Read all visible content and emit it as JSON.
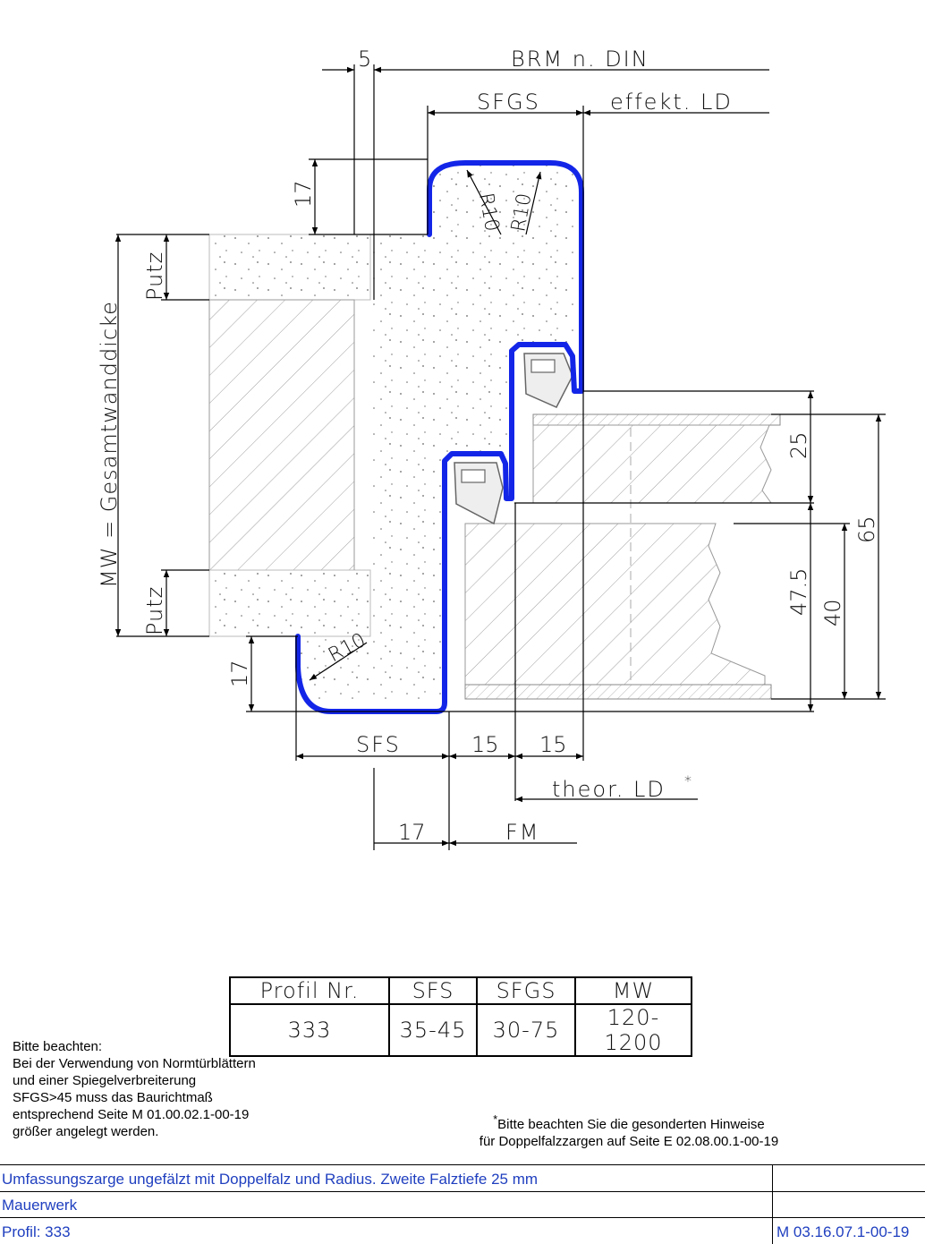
{
  "dimensions": {
    "top": {
      "five": "5",
      "brm": "BRM n. DIN",
      "sfgs": "SFGS",
      "effekt_ld": "effekt. LD"
    },
    "left": {
      "seventeen_top": "17",
      "putz_top": "Putz",
      "mw_label": "MW = Gesamtwanddicke",
      "putz_bottom": "Putz",
      "seventeen_bottom": "17"
    },
    "radii": {
      "r10_a": "R10",
      "r10_b": "R10",
      "r10_c": "R10"
    },
    "right": {
      "twentyfive": "25",
      "fortyseven": "47.5",
      "forty": "40",
      "sixtyfive": "65"
    },
    "bottom": {
      "sfs": "SFS",
      "fifteen_a": "15",
      "fifteen_b": "15",
      "theor_ld": "theor. LD",
      "asterisk": "*",
      "seventeen": "17",
      "fm": "FM"
    }
  },
  "profile_table": {
    "headers": [
      "Profil Nr.",
      "SFS",
      "SFGS",
      "MW"
    ],
    "row": [
      "333",
      "35-45",
      "30-75",
      "120-1200"
    ]
  },
  "notes": {
    "left": [
      "Bitte beachten:",
      "Bei der Verwendung von Normtürblättern",
      "und einer Spiegelverbreiterung",
      "SFGS>45 muss das Baurichtmaß",
      "entsprechend Seite M 01.00.02.1-00-19",
      "größer angelegt werden."
    ],
    "right_star": "*",
    "right": [
      "Bitte beachten Sie die gesonderten Hinweise",
      "für Doppelfalzzargen auf Seite E 02.08.00.1-00-19"
    ]
  },
  "title_block": {
    "description": "Umfassungszarge ungefälzt mit Doppelfalz und Radius. Zweite Falztiefe 25 mm",
    "wall_type": "Mauerwerk",
    "profile": "Profil: 333",
    "doc_number": "M 03.16.07.1-00-19"
  },
  "colors": {
    "profile": "#1326e8",
    "title_text": "#1f3fbf",
    "hatch": "#888888"
  }
}
